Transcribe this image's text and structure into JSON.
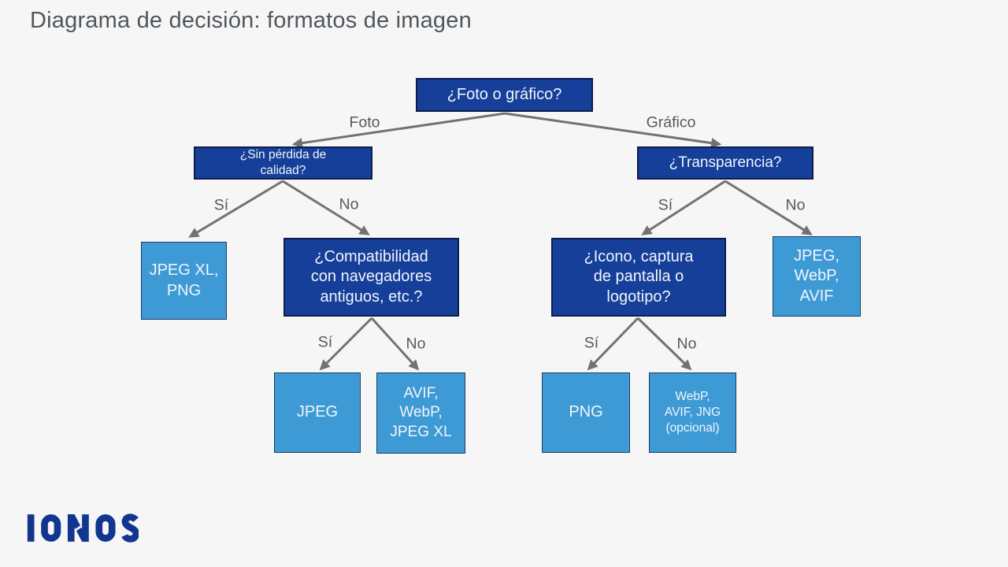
{
  "title": "Diagrama de decisión: formatos de imagen",
  "brand": {
    "logo_text": "IONOS"
  },
  "colors": {
    "background": "#f6f6f7",
    "title": "#50565b",
    "question_fill": "#153f98",
    "question_border": "#0c1d49",
    "result_fill": "#3e9ad5",
    "result_border": "#1d3c68",
    "node_text": "#f1f6fb",
    "arrow": "#767171",
    "edge_label": "#595959",
    "logo": "#12368f"
  },
  "nodes": {
    "root": {
      "label": "¿Foto o gráfico?",
      "type": "question"
    },
    "lossless": {
      "label": "¿Sin pérdida de\ncalidad?",
      "type": "question"
    },
    "transparency": {
      "label": "¿Transparencia?",
      "type": "question"
    },
    "jpegxl_png": {
      "label": "JPEG XL,\nPNG",
      "type": "result"
    },
    "compatibility": {
      "label": "¿Compatibilidad\ncon navegadores\nantiguos, etc.?",
      "type": "question"
    },
    "icon_screenshot_logo": {
      "label": "¿Icono, captura\nde pantalla o\nlogotipo?",
      "type": "question"
    },
    "jpeg_webp_avif": {
      "label": "JPEG,\nWebP,\nAVIF",
      "type": "result"
    },
    "jpeg": {
      "label": "JPEG",
      "type": "result"
    },
    "avif_webp_jpegxl": {
      "label": "AVIF,\nWebP,\nJPEG XL",
      "type": "result"
    },
    "png": {
      "label": "PNG",
      "type": "result"
    },
    "webp_avif_jng": {
      "label": "WebP,\nAVIF, JNG\n(opcional)",
      "type": "result"
    }
  },
  "edge_labels": {
    "foto": "Foto",
    "grafico": "Gráfico",
    "si": "Sí",
    "no": "No"
  }
}
